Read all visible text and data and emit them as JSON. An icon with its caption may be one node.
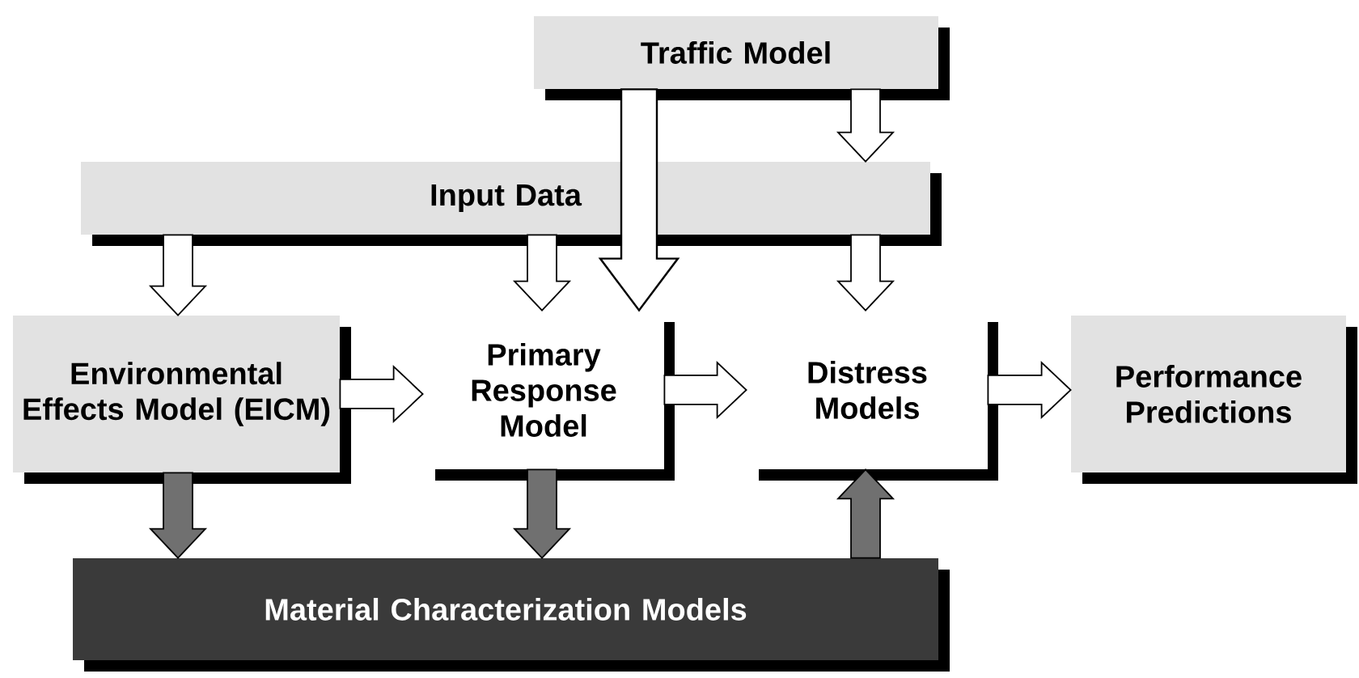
{
  "diagram": {
    "nodes": [
      {
        "text": [
          "Traffic Model"
        ]
      },
      {
        "text": [
          "Input Data"
        ]
      },
      {
        "text": [
          "Environmental Effects Model (EICM)"
        ]
      },
      {
        "text": [
          "Primary Response Model"
        ]
      },
      {
        "text": [
          "Distress Models"
        ]
      },
      {
        "text": [
          "Performance Predictions"
        ]
      },
      {
        "text": [
          "Material Characterization Models"
        ]
      }
    ],
    "edges": [
      {
        "from": 0,
        "to": 1,
        "arrow": "to"
      },
      {
        "from": 0,
        "to": 3,
        "arrow": "to",
        "style": "thick"
      },
      {
        "from": 1,
        "to": 2,
        "arrow": "to"
      },
      {
        "from": 1,
        "to": 3,
        "arrow": "to"
      },
      {
        "from": 1,
        "to": 4,
        "arrow": "to"
      },
      {
        "from": 2,
        "to": 3,
        "arrow": "to"
      },
      {
        "from": 3,
        "to": 4,
        "arrow": "to"
      },
      {
        "from": 4,
        "to": 5,
        "arrow": "to"
      },
      {
        "from": 2,
        "to": 6,
        "arrow": "to",
        "color": "#707070"
      },
      {
        "from": 3,
        "to": 6,
        "arrow": "to",
        "color": "#707070"
      },
      {
        "from": 6,
        "to": 4,
        "arrow": "to",
        "color": "#707070"
      }
    ]
  }
}
